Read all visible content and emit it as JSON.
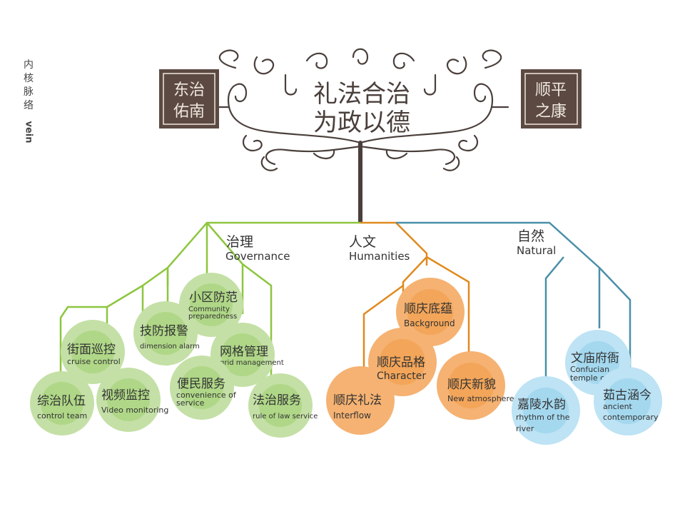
{
  "side_label": {
    "cn": "内核脉络",
    "en": "vein"
  },
  "seals": {
    "left": "东治佑南",
    "right": "顺平之康"
  },
  "title": {
    "line1": "礼法合治",
    "line2": "为政以德"
  },
  "colors": {
    "green": "#8dc63f",
    "orange": "#e08a1e",
    "blue": "#4a8fa8",
    "trunk": "#4a3f3b"
  },
  "branches": {
    "governance": {
      "cn": "治理",
      "en": "Governance",
      "nodes": [
        {
          "cn": "综治队伍",
          "en": "control team"
        },
        {
          "cn": "视频监控",
          "en": "Video monitoring"
        },
        {
          "cn": "街面巡控",
          "en": "cruise control"
        },
        {
          "cn": "技防报警",
          "en": "dimension alarm"
        },
        {
          "cn": "小区防范",
          "en": "Community preparedness"
        },
        {
          "cn": "网格管理",
          "en": "grid management"
        },
        {
          "cn": "便民服务",
          "en": "convenience of service"
        },
        {
          "cn": "法治服务",
          "en": "rule of law service"
        }
      ]
    },
    "humanities": {
      "cn": "人文",
      "en": "Humanities",
      "nodes": [
        {
          "cn": "顺庆礼法",
          "en": "Interflow"
        },
        {
          "cn": "顺庆品格",
          "en": "Character"
        },
        {
          "cn": "顺庆底蕴",
          "en": "Background"
        },
        {
          "cn": "顺庆新貌",
          "en": "New atmosphere"
        }
      ]
    },
    "natural": {
      "cn": "自然",
      "en": "Natural",
      "nodes": [
        {
          "cn": "嘉陵水韵",
          "en": "rhythm of the river"
        },
        {
          "cn": "文庙府衙",
          "en": "Confucian temple office"
        },
        {
          "cn": "茹古涵今",
          "en": "ancient contemporary"
        }
      ]
    }
  }
}
